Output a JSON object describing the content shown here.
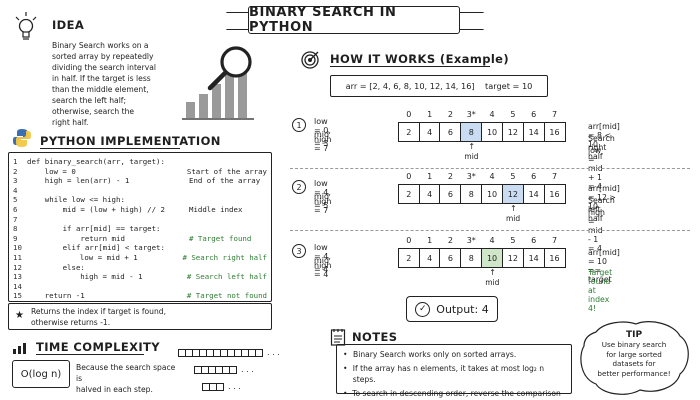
{
  "title": "BINARY SEARCH IN PYTHON",
  "idea": {
    "heading": "IDEA",
    "lines": [
      "Binary Search works on a",
      "sorted array by repeatedly",
      "dividing the search interval",
      "in half. If the target is less",
      "than the middle element,",
      "search the left half;",
      "otherwise, search the",
      "right half."
    ]
  },
  "implementation": {
    "heading": "PYTHON IMPLEMENTATION",
    "code": [
      {
        "n": "1",
        "code": "def binary_search(arr, target):",
        "comment": "",
        "green": false
      },
      {
        "n": "2",
        "code": "    low = 0",
        "comment": "Start of the array",
        "green": false
      },
      {
        "n": "3",
        "code": "    high = len(arr) - 1",
        "comment": "End of the array",
        "green": false
      },
      {
        "n": "4",
        "code": "",
        "comment": "",
        "green": false
      },
      {
        "n": "5",
        "code": "    while low <= high:",
        "comment": "",
        "green": false
      },
      {
        "n": "6",
        "code": "        mid = (low + high) // 2",
        "comment": "Middle index",
        "green": false
      },
      {
        "n": "7",
        "code": "",
        "comment": "",
        "green": false
      },
      {
        "n": "8",
        "code": "        if arr[mid] == target:",
        "comment": "",
        "green": false
      },
      {
        "n": "9",
        "code": "            return mid",
        "comment": "# Target found",
        "green": true
      },
      {
        "n": "10",
        "code": "        elif arr[mid] < target:",
        "comment": "",
        "green": false
      },
      {
        "n": "11",
        "code": "            low = mid + 1",
        "comment": "# Search right half",
        "green": true
      },
      {
        "n": "12",
        "code": "        else:",
        "comment": "",
        "green": false
      },
      {
        "n": "13",
        "code": "            high = mid - 1",
        "comment": "# Search left half",
        "green": true
      },
      {
        "n": "14",
        "code": "",
        "comment": "",
        "green": false
      },
      {
        "n": "15",
        "code": "    return -1",
        "comment": "# Target not found",
        "green": true
      }
    ],
    "note": [
      "Returns the index if target is found,",
      "otherwise returns -1."
    ]
  },
  "complexity": {
    "heading": "TIME COMPLEXITY",
    "value": "O(log n)",
    "desc": [
      "Because the search space is",
      "halved in each step."
    ],
    "ellipsis": ". . ."
  },
  "how": {
    "heading": "HOW IT WORKS (Example)",
    "setup": "arr = [2, 4, 6, 8, 10, 12, 14, 16]    target = 10",
    "indices": [
      "0",
      "1",
      "2",
      "3*",
      "4",
      "5",
      "6",
      "7"
    ],
    "array": [
      "2",
      "4",
      "6",
      "8",
      "10",
      "12",
      "14",
      "16"
    ],
    "mid_label": "mid",
    "steps": [
      {
        "num": "1",
        "l1": "low = 0, high = 7",
        "l2": "mid = 3",
        "mid_index": 3,
        "highlight": "#c9dcf2",
        "r1": "arr[mid] = 8 < 10",
        "r2": "Search right half",
        "r3": "low = mid + 1 = 4",
        "r3_green": false
      },
      {
        "num": "2",
        "l1": "low = 4, high = 7",
        "l2": "mid = 5",
        "mid_index": 5,
        "highlight": "#c9dcf2",
        "r1": "arr[mid] = 12 > 10",
        "r2": "Search left half",
        "r3": "high = mid - 1 = 4",
        "r3_green": false
      },
      {
        "num": "3",
        "l1": "low = 4, high = 4",
        "l2": "mid = 4",
        "mid_index": 4,
        "highlight": "#cfe6c8",
        "r1": "arr[mid] = 10 == target",
        "r2": "",
        "r3": "Target found at index 4!",
        "r3_green": true
      }
    ],
    "output": "Output: 4"
  },
  "notes": {
    "heading": "NOTES",
    "items": [
      "Binary Search works only on sorted arrays.",
      "If the array has n elements, it takes at most log₂ n steps.",
      "To search in descending order, reverse the comparison signs."
    ]
  },
  "tip": {
    "heading": "TIP",
    "lines": [
      "Use binary search",
      "for large sorted",
      "datasets for",
      "better performance!"
    ]
  },
  "colors": {
    "accent_blue": "#c9dcf2",
    "accent_green": "#cfe6c8",
    "comment_green": "#2e7d32",
    "bar_gray": "#9a9a9a"
  },
  "icons": [
    "lightbulb-icon",
    "magnifier-chart-icon",
    "python-logo-icon",
    "target-icon",
    "star-icon",
    "chart-icon",
    "notepad-icon",
    "check-circle-icon"
  ]
}
